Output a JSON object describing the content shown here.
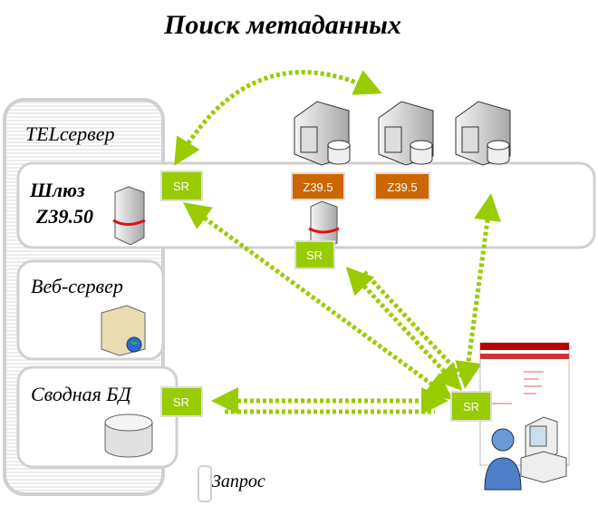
{
  "title": "Поиск метаданных",
  "colors": {
    "accent": "#99cc00",
    "z3950": "#cc6600",
    "frame": "#d0d0d0"
  },
  "nodes": {
    "telserver": "TELсервер",
    "gateway_line1": "Шлюз",
    "gateway_line2": "Z39.50",
    "webserver": "Веб-сервер",
    "union_db": "Сводная БД",
    "request": "Запрос"
  },
  "tags": {
    "sr_gateway": "SR",
    "z3950_a": "Z39.5",
    "z3950_b": "Z39.5",
    "sr_middle": "SR",
    "sr_db": "SR",
    "sr_client": "SR"
  },
  "icons": [
    "library-server-icon",
    "server-tower-icon",
    "web-server-icon",
    "database-icon",
    "user-computer-icon"
  ]
}
